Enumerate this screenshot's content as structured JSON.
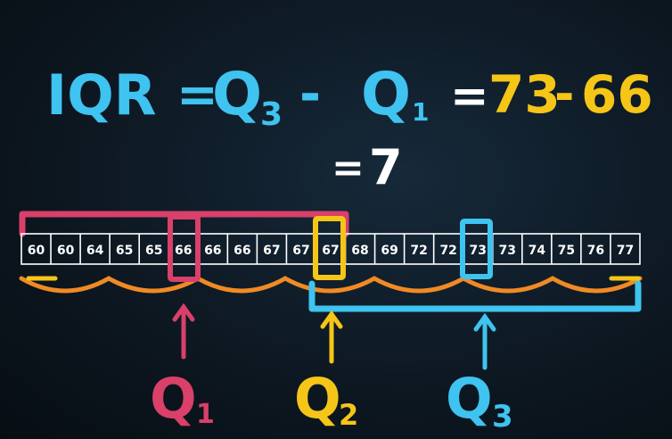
{
  "formula": {
    "iqr_label": "IQR",
    "equals": "=",
    "q3_letter": "Q",
    "q3_sub": "3",
    "minus": "-",
    "q1_letter": "Q",
    "q1_sub": "1",
    "equals2": "=",
    "q3_value": "73",
    "minus2": "-",
    "q1_value": "66",
    "result_equals": "=",
    "result_value": "7"
  },
  "data_values": [
    "60",
    "60",
    "64",
    "65",
    "65",
    "66",
    "66",
    "66",
    "67",
    "67",
    "67",
    "68",
    "69",
    "72",
    "72",
    "73",
    "73",
    "74",
    "75",
    "76",
    "77"
  ],
  "labels": {
    "q1_letter": "Q",
    "q1_sub": "1",
    "q2_letter": "Q",
    "q2_sub": "2",
    "q3_letter": "Q",
    "q3_sub": "3"
  },
  "colors": {
    "cyan": "#3fc3f0",
    "yellow": "#f5c518",
    "pink": "#d9406a",
    "orange": "#f08a24",
    "white": "#ffffff"
  }
}
